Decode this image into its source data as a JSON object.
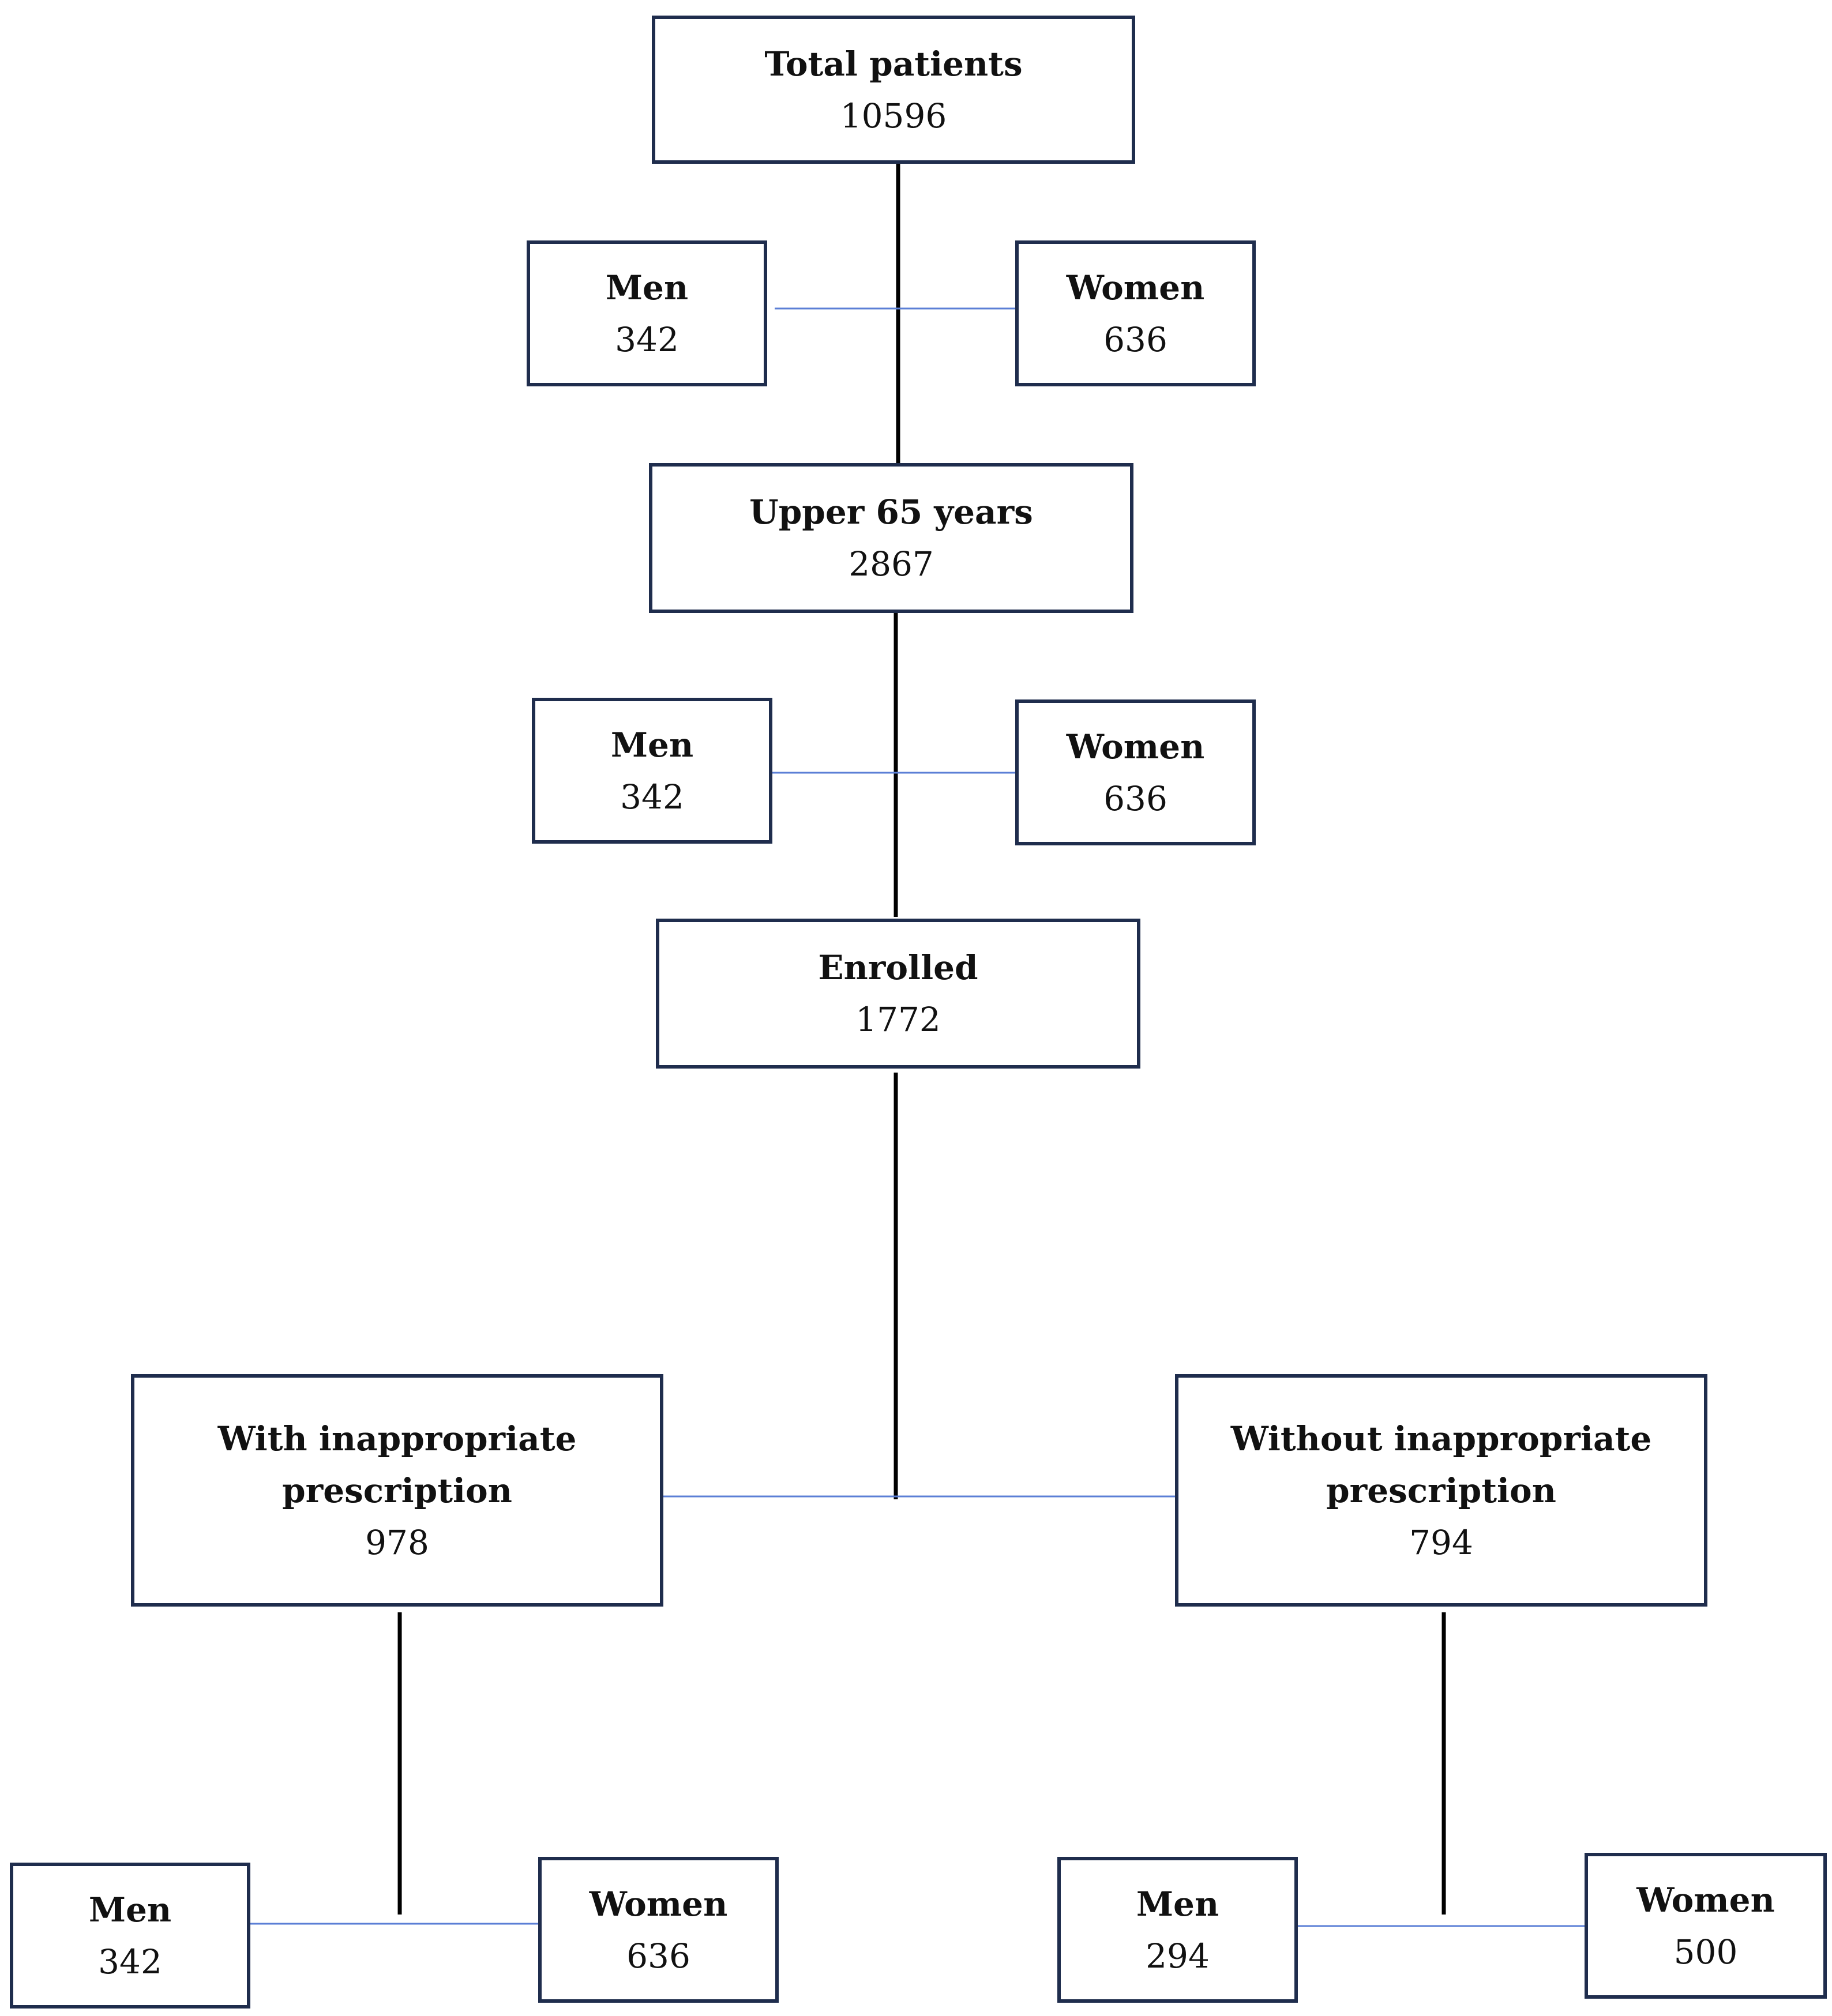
{
  "colors": {
    "box_border": "#1f2d4d",
    "main_line": "#000000",
    "branch_line": "#5b7fd6"
  },
  "nodes": {
    "total": {
      "label": "Total patients",
      "value": "10596"
    },
    "total_men": {
      "label": "Men",
      "value": "342"
    },
    "total_women": {
      "label": "Women",
      "value": "636"
    },
    "upper65": {
      "label": "Upper 65 years",
      "value": "2867"
    },
    "upper65_men": {
      "label": "Men",
      "value": "342"
    },
    "upper65_women": {
      "label": "Women",
      "value": "636"
    },
    "enrolled": {
      "label": "Enrolled",
      "value": "1772"
    },
    "with_ip": {
      "label": "With inappropriate\nprescription",
      "value": "978"
    },
    "without_ip": {
      "label": "Without inappropriate\nprescription",
      "value": "794"
    },
    "with_ip_men": {
      "label": "Men",
      "value": "342"
    },
    "with_ip_women": {
      "label": "Women",
      "value": "636"
    },
    "without_ip_men": {
      "label": "Men",
      "value": "294"
    },
    "without_ip_women": {
      "label": "Women",
      "value": "500"
    }
  }
}
